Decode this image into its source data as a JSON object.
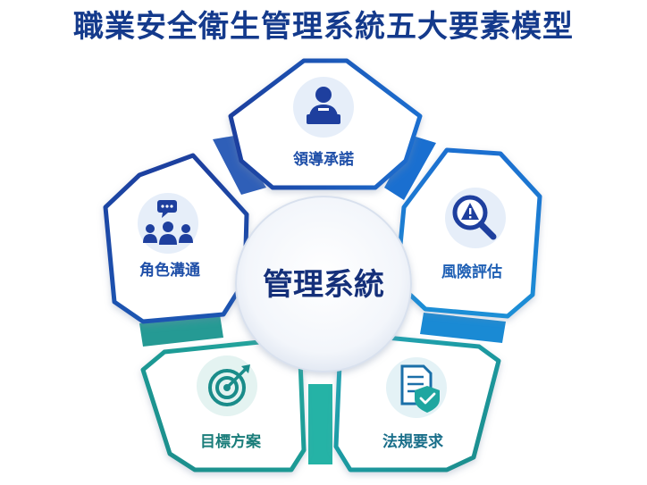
{
  "title": "職業安全衛生管理系統五大要素模型",
  "center": {
    "label": "管理系統"
  },
  "elements": [
    {
      "label": "領導承諾",
      "icon": "leader-podium-icon",
      "color": "#1f4fa8"
    },
    {
      "label": "風險評估",
      "icon": "warning-magnifier-icon",
      "color": "#1e5fb4"
    },
    {
      "label": "法規要求",
      "icon": "compliance-document-shield-icon",
      "color": "#1a8c8a"
    },
    {
      "label": "目標方案",
      "icon": "target-arrow-icon",
      "color": "#1a7d7a"
    },
    {
      "label": "角色溝通",
      "icon": "team-communication-icon",
      "color": "#1f4fa8"
    }
  ],
  "colors": {
    "title": "#143a8c",
    "blue_dark": "#1e3f9e",
    "blue_mid": "#1a78d2",
    "teal": "#1fa6a0",
    "icon_bg": "#e6eef9"
  }
}
